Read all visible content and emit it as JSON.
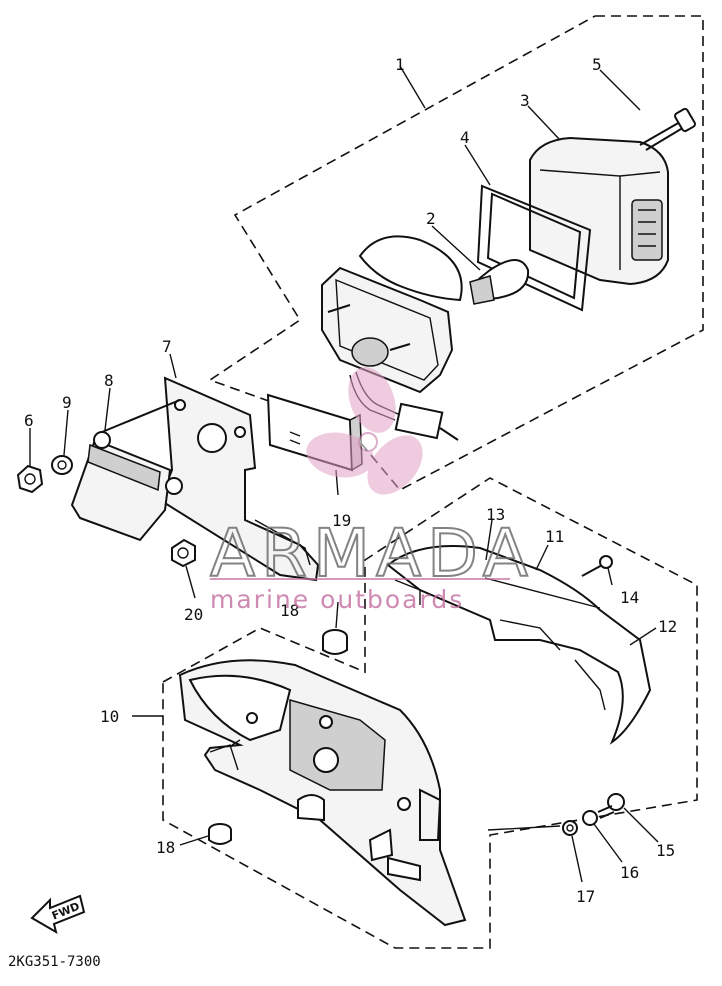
{
  "diagram": {
    "part_numbers": [
      "1",
      "2",
      "3",
      "4",
      "5",
      "6",
      "7",
      "8",
      "9",
      "10",
      "11",
      "12",
      "13",
      "14",
      "15",
      "16",
      "17",
      "18",
      "19",
      "20"
    ],
    "second_18": "18",
    "drawing_code": "2KG351-7300",
    "fwd_label": "FWD"
  },
  "watermark": {
    "brand": "ARMADA",
    "tagline": "marine outboards",
    "color": "#c46ea0"
  }
}
